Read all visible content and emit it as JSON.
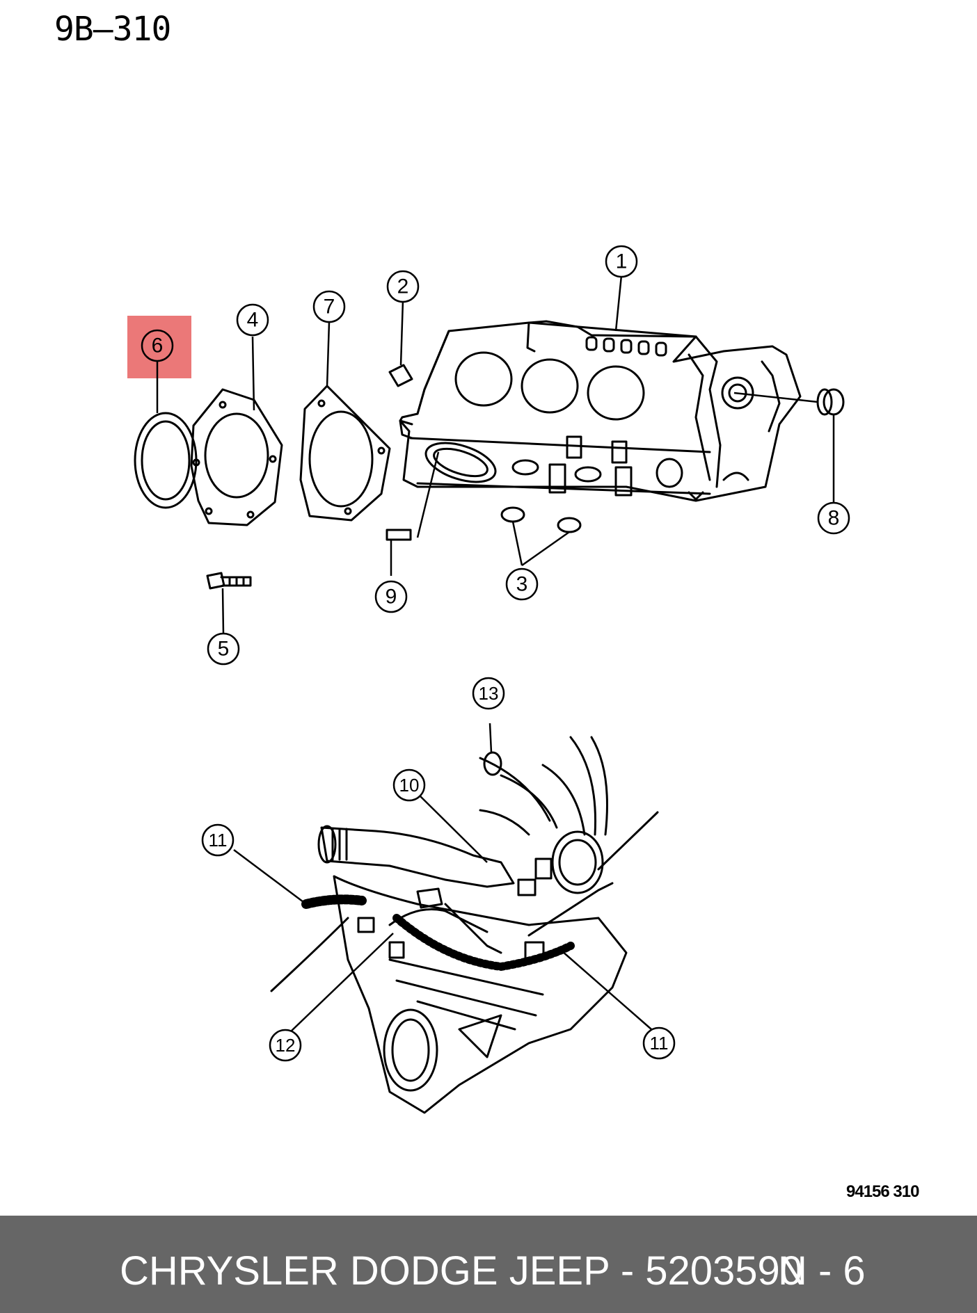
{
  "page": {
    "title": "9B–310",
    "ref_code": "94156 310"
  },
  "highlight_color": "#e03030",
  "callouts": [
    "1",
    "2",
    "3",
    "4",
    "5",
    "6",
    "7",
    "8",
    "9",
    "10",
    "11",
    "11",
    "12",
    "13"
  ],
  "footer": {
    "brand_part": "CHRYSLER DODGE JEEP - 5203590",
    "position": "N - 6",
    "bg_color": "#666666"
  }
}
